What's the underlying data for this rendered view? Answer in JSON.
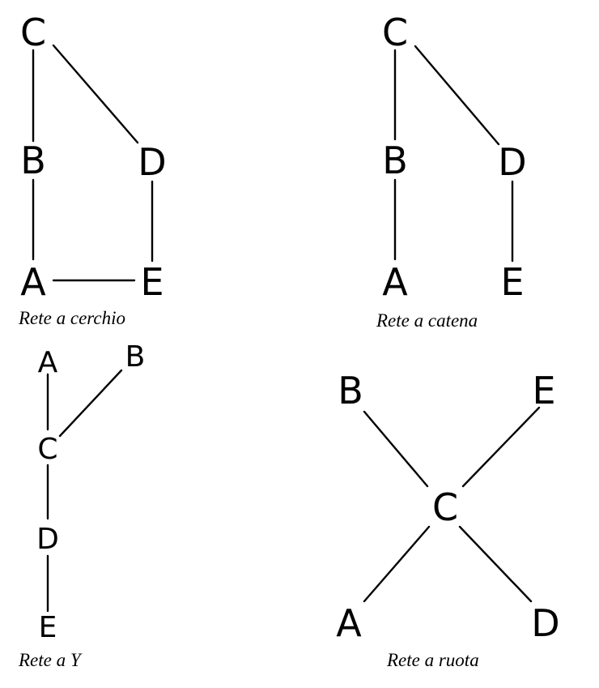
{
  "networks": [
    {
      "caption": "Rete a cerchio",
      "nodes": [
        "C",
        "B",
        "D",
        "A",
        "E"
      ],
      "edges": [
        [
          "C",
          "B"
        ],
        [
          "C",
          "D"
        ],
        [
          "B",
          "A"
        ],
        [
          "D",
          "E"
        ],
        [
          "A",
          "E"
        ]
      ]
    },
    {
      "caption": "Rete a catena",
      "nodes": [
        "C",
        "B",
        "D",
        "A",
        "E"
      ],
      "edges": [
        [
          "C",
          "B"
        ],
        [
          "C",
          "D"
        ],
        [
          "B",
          "A"
        ],
        [
          "D",
          "E"
        ]
      ]
    },
    {
      "caption": "Rete a Y",
      "nodes": [
        "A",
        "B",
        "C",
        "D",
        "E"
      ],
      "edges": [
        [
          "A",
          "C"
        ],
        [
          "B",
          "C"
        ],
        [
          "C",
          "D"
        ],
        [
          "D",
          "E"
        ]
      ]
    },
    {
      "caption": "Rete a ruota",
      "nodes": [
        "B",
        "E",
        "C",
        "A",
        "D"
      ],
      "edges": [
        [
          "B",
          "C"
        ],
        [
          "E",
          "C"
        ],
        [
          "A",
          "C"
        ],
        [
          "D",
          "C"
        ]
      ]
    }
  ],
  "colors": {
    "ink": "#000000",
    "background": "#ffffff"
  }
}
